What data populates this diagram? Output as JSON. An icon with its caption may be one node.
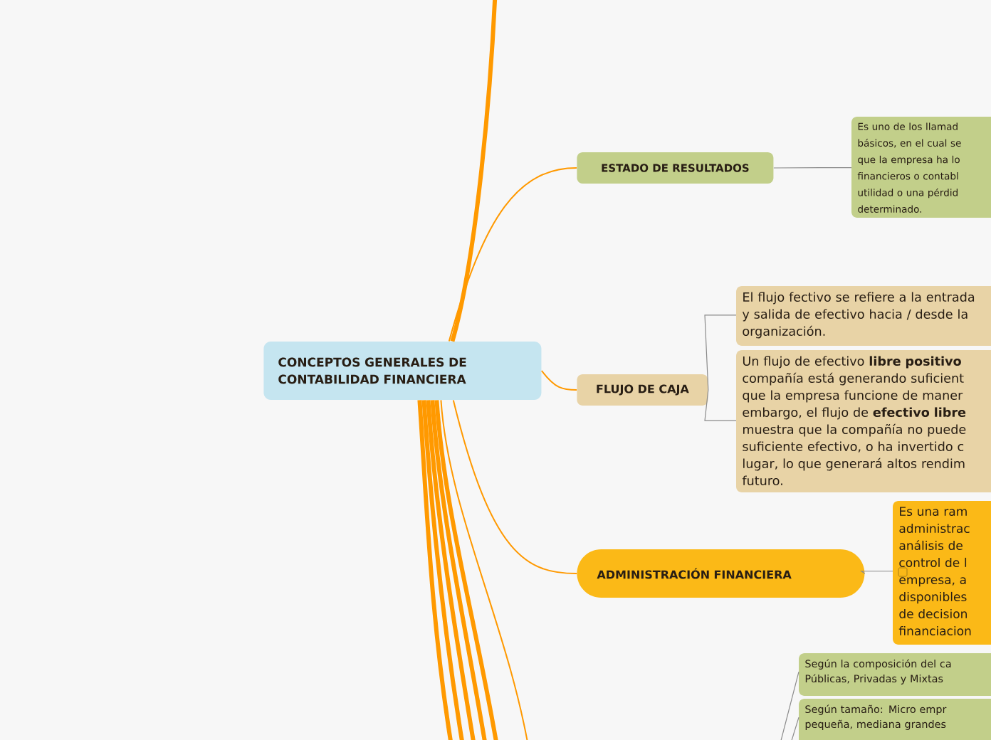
{
  "diagram": {
    "nodes": [
      {
        "text": [
          "CONCEPTOS GENERALES DE CONTABILIDAD FINANCIERA"
        ]
      },
      {
        "text": [
          "ESTADO DE RESULTADOS"
        ]
      },
      {
        "text": [
          "Es uno de los llamad básicos, en el cual se que la empresa ha lo financieros o contabl utilidad o una pérdid determinado."
        ]
      },
      {
        "text": [
          "FLUJO DE CAJA"
        ]
      },
      {
        "text": [
          "El flujo fectivo se refiere a la entrada y salida de efectivo hacia / desde la organización."
        ]
      },
      {
        "text": [
          "Un flujo de efectivo **libre positivo** compañía está generando suficient que la empresa funcione de maner embargo, el flujo de **efectivo libre** muestra que la compañía no puede suficiente efectivo, o ha invertido c lugar, lo que generará altos rendim futuro."
        ]
      },
      {
        "text": [
          "ADMINISTRACIÓN FINANCIERA"
        ]
      },
      {
        "text": [
          "Es una ram administrac análisis de control de l empresa, a disponibles de decision financiacion"
        ]
      },
      {
        "text": [
          "Según la composición del ca Públicas, Privadas y Mixtas"
        ]
      },
      {
        "text": [
          "Según tamaño: Micro empr pequeña, mediana grandes"
        ]
      }
    ],
    "edges": [
      {
        "from": 0,
        "to": 1,
        "arrow": "none"
      },
      {
        "from": 1,
        "to": 2,
        "arrow": "none",
        "color": "#8a8a8a"
      },
      {
        "from": 0,
        "to": 3,
        "arrow": "none"
      },
      {
        "from": 3,
        "to": 4,
        "arrow": "none",
        "color": "#8a8a8a"
      },
      {
        "from": 3,
        "to": 5,
        "arrow": "none",
        "color": "#8a8a8a"
      },
      {
        "from": 0,
        "to": 6,
        "arrow": "none"
      },
      {
        "from": 6,
        "to": 7,
        "arrow": "none",
        "color": "#8a8a8a"
      },
      {
        "from": 0,
        "to": null,
        "arrow": "none",
        "style": "thick"
      },
      {
        "from": 0,
        "to": null,
        "arrow": "none",
        "style": "thick"
      },
      {
        "from": 0,
        "to": null,
        "arrow": "none",
        "style": "thick"
      },
      {
        "from": 0,
        "to": null,
        "arrow": "none",
        "style": "thick"
      },
      {
        "from": 0,
        "to": null,
        "arrow": "none",
        "style": "thick"
      },
      {
        "from": 0,
        "to": null,
        "arrow": "none",
        "style": "thick"
      },
      {
        "from": 0,
        "to": null,
        "arrow": "none"
      },
      {
        "from": null,
        "to": 8,
        "arrow": "none",
        "color": "#8a8a8a"
      },
      {
        "from": null,
        "to": 9,
        "arrow": "none",
        "color": "#8a8a8a"
      }
    ]
  }
}
